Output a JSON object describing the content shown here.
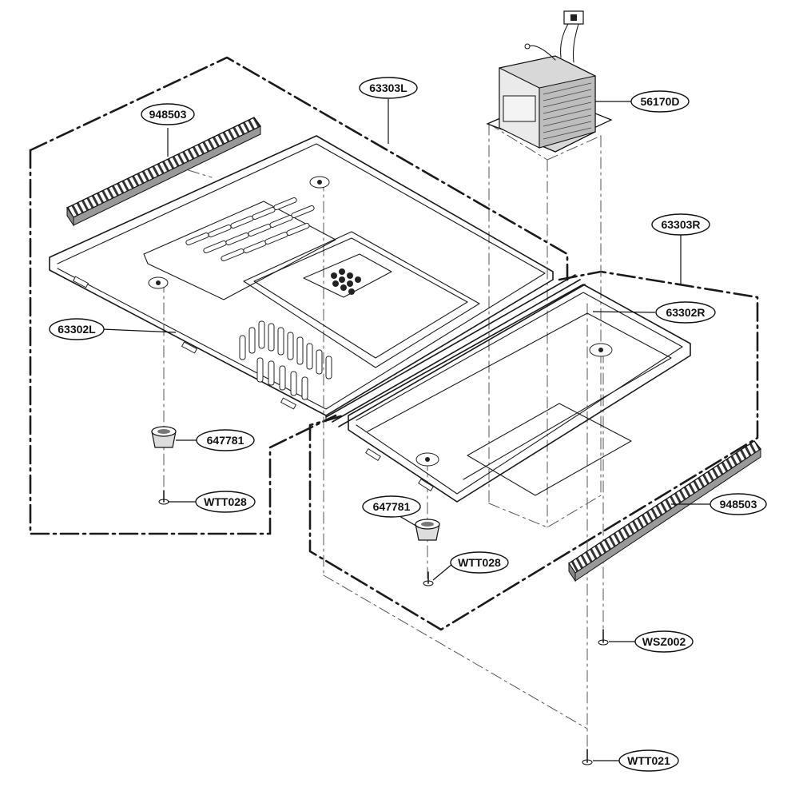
{
  "diagram": {
    "labels": {
      "seal_top_left": "948503",
      "plate_left": "63303L",
      "transformer": "56170D",
      "plate_right": "63303R",
      "base_right": "63302R",
      "base_left": "63302L",
      "foot_left": "647781",
      "screw_left": "WTT028",
      "foot_right": "647781",
      "screw_right": "WTT028",
      "seal_right": "948503",
      "screw_sz": "WSZ002",
      "screw_bottom": "WTT021"
    },
    "icons": [
      "transformer-icon",
      "foot-icon",
      "screw-icon",
      "seal-strip-icon",
      "base-plate-icon"
    ]
  }
}
